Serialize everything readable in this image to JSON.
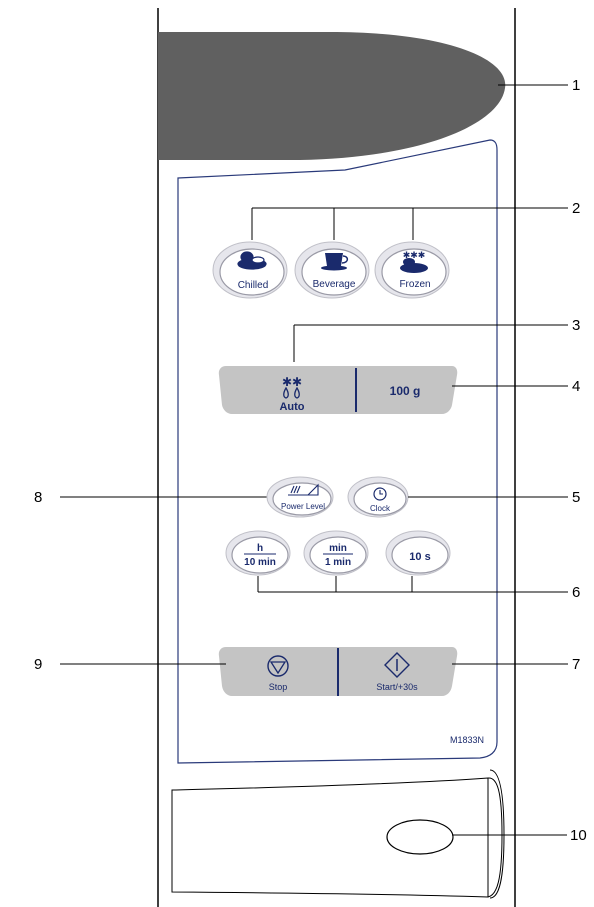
{
  "callouts": [
    "1",
    "2",
    "3",
    "4",
    "5",
    "6",
    "7",
    "8",
    "9",
    "10"
  ],
  "buttons": {
    "chilled": "Chilled",
    "beverage": "Beverage",
    "frozen": "Frozen",
    "auto": "Auto",
    "weight": "100 g",
    "power_level": "Power Level",
    "clock": "Clock",
    "h_top": "h",
    "h_bottom": "10 min",
    "min_top": "min",
    "min_bottom": "1 min",
    "sec": "10 s",
    "stop": "Stop",
    "start": "Start/+30s"
  },
  "model": "M1833N",
  "colors": {
    "display": "#606060",
    "button_fill": "#c4c4c4",
    "button_text": "#1a2a6c",
    "panel_border": "#2a3a7a"
  }
}
